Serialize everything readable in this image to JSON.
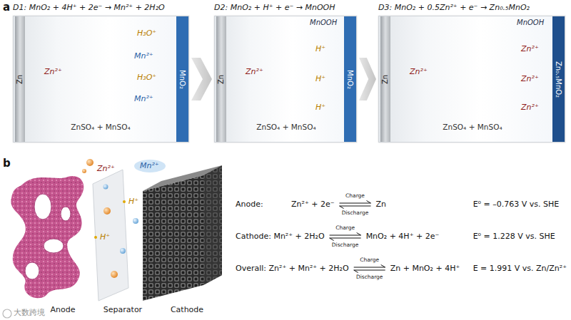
{
  "diagram": {
    "nodes": [
      {
        "text": [
          "D1: MnO₂ + 4H⁺ + 2e⁻ → Mn²⁺ + 2H₂O"
        ]
      },
      {
        "text": [
          "Zn"
        ],
        "in": 0
      },
      {
        "text": [
          "MnO₂"
        ],
        "in": 0
      },
      {
        "text": [
          "D2: MnO₂ + H⁺ + e⁻ → MnOOH"
        ]
      },
      {
        "text": [
          "Zn"
        ],
        "in": 3
      },
      {
        "text": [
          "MnO₂"
        ],
        "in": 3
      },
      {
        "text": [
          "D3: MnO₂ + 0.5Zn²⁺ + e⁻ → Zn₀.₅MnO₂"
        ]
      },
      {
        "text": [
          "Zn"
        ],
        "in": 6
      },
      {
        "text": [
          "Zn₀.₅MnO₂"
        ],
        "in": 6
      }
    ],
    "edges": [
      {
        "from": 0,
        "to": 3,
        "arrow": "to"
      },
      {
        "from": 3,
        "to": 6,
        "arrow": "to"
      }
    ],
    "labels": [
      "a",
      "Zn²⁺",
      "H₃O⁺",
      "Mn²⁺",
      "H₃O⁺",
      "Mn²⁺",
      "ZnSO₄ + MnSO₄",
      "Zn²⁺",
      "MnOOH",
      "H⁺",
      "H⁺",
      "H⁺",
      "ZnSO₄ + MnSO₄",
      "Zn²⁺",
      "MnOOH",
      "Zn²⁺",
      "Zn²⁺",
      "Zn²⁺",
      "ZnSO₄ + MnSO₄",
      "b",
      "Zn²⁺",
      "Mn²⁺",
      "H⁺",
      "H⁺",
      "Anode",
      "Separator",
      "Cathode",
      "Anode:",
      "Zn²⁺ + 2e⁻",
      "Charge",
      "Discharge",
      "Zn",
      "E⁰ = –0.763 V vs. SHE",
      "Cathode: Mn²⁺ + 2H₂O",
      "Charge",
      "Discharge",
      "MnO₂ + 4H⁺ + 2e⁻",
      "E⁰ = 1.228 V vs. SHE",
      "Overall: Zn²⁺ + Mn²⁺ + 2H₂O",
      "Charge",
      "Discharge",
      "Zn + MnO₂ + 4H⁺",
      "E = 1.991 V vs. Zn/Zn²⁺",
      "大数跨境"
    ]
  }
}
